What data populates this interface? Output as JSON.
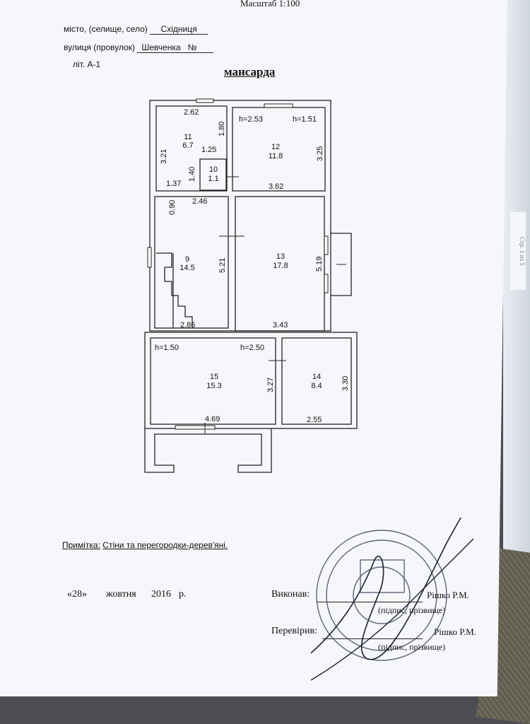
{
  "header": {
    "scale": "Масштаб 1:100",
    "city_label": "місто,  (селище, село)",
    "city_value": "Східниця",
    "street_label": "вулиця (провулок)",
    "street_value": "Шевченка",
    "number_label": "№",
    "letter": "літ. А-1"
  },
  "title": "мансарда",
  "rooms": [
    {
      "num": "11",
      "area": "6.7"
    },
    {
      "num": "12",
      "area": "11.8"
    },
    {
      "num": "10",
      "area": "1.1"
    },
    {
      "num": "9",
      "area": "14.5"
    },
    {
      "num": "13",
      "area": "17.8"
    },
    {
      "num": "15",
      "area": "15.3"
    },
    {
      "num": "14",
      "area": "8.4"
    }
  ],
  "dimensions": {
    "d262": "2.62",
    "d180": "1.80",
    "d321": "3.21",
    "d125": "1.25",
    "d140": "1.40",
    "d137": "1.37",
    "h253": "h=2.53",
    "h151": "h=1.51",
    "d325": "3.25",
    "d362": "3.62",
    "d090": "0.90",
    "d246": "2.46",
    "d521": "5.21",
    "d519": "5.19",
    "d286": "2.86",
    "d343": "3.43",
    "h150": "h=1.50",
    "h250": "h=2.50",
    "d327": "3.27",
    "d330": "3.30",
    "d469": "4.69",
    "d255": "2.55"
  },
  "note_label": "Примітка:",
  "note_text": "Стіни та перегородки-дерев'яні.",
  "date": {
    "day": "«28»",
    "month": "жовтня",
    "year": "2016",
    "suffix": "р."
  },
  "signatures": {
    "executed_label": "Виконав:",
    "executed_name": "Рішко Р.М.",
    "checked_label": "Перевірив:",
    "checked_name": "Рішко Р.М.",
    "caption": "(підпис, прізвище)"
  },
  "side_strip": "Стр. 1 из 5",
  "stamp_text": ""
}
